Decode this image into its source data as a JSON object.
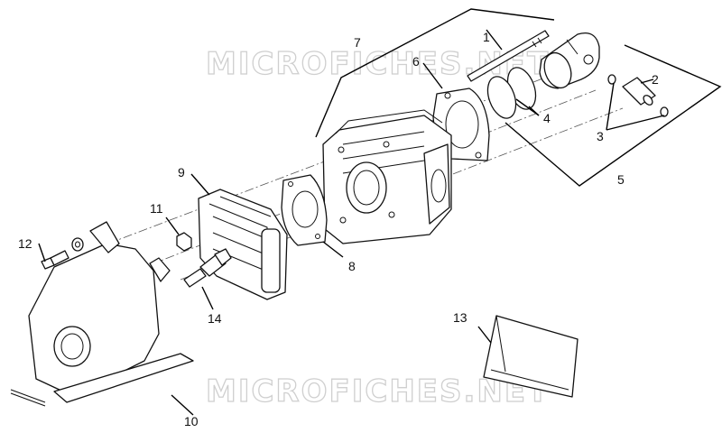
{
  "watermark": "MICROFICHES.NET",
  "callouts": [
    "1",
    "2",
    "3",
    "4",
    "5",
    "6",
    "7",
    "8",
    "9",
    "10",
    "11",
    "12",
    "13",
    "14"
  ]
}
